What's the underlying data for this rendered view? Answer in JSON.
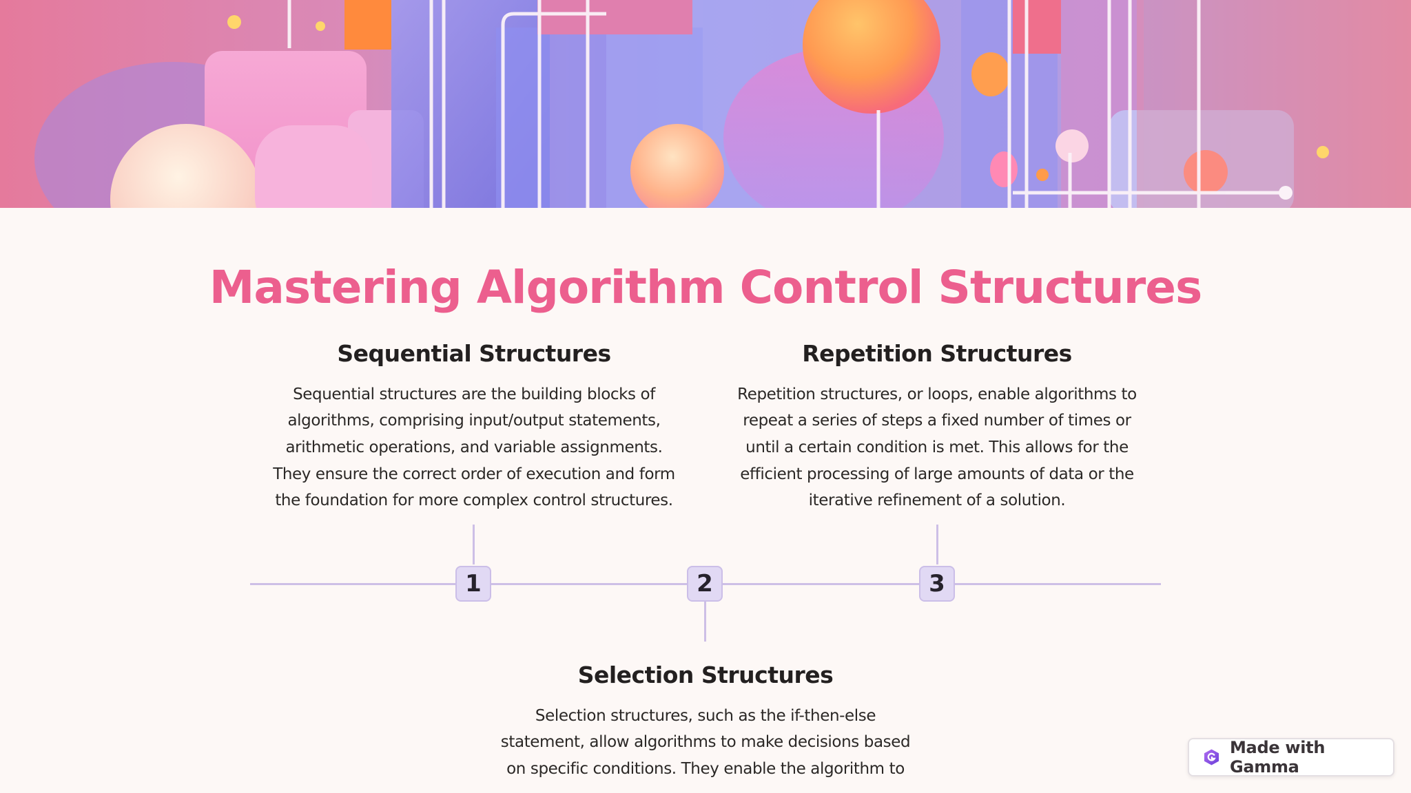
{
  "title": "Mastering Algorithm Control Structures",
  "steps": [
    {
      "number": "1",
      "heading": "Sequential Structures",
      "body": "Sequential structures are the building blocks of algorithms, comprising input/output statements, arithmetic operations, and variable assignments. They ensure the correct order of execution and form the foundation for more complex control structures."
    },
    {
      "number": "2",
      "heading": "Selection Structures",
      "body": "Selection structures, such as the if-then-else statement, allow algorithms to make decisions based on specific conditions. They enable the algorithm to"
    },
    {
      "number": "3",
      "heading": "Repetition Structures",
      "body": "Repetition structures, or loops, enable algorithms to repeat a series of steps a fixed number of times or until a certain condition is met. This allows for the efficient processing of large amounts of data or the iterative refinement of a solution."
    }
  ],
  "badge": {
    "label": "Made with Gamma",
    "icon": "gamma-logo-icon"
  },
  "colors": {
    "title": "#ec5f8e",
    "background": "#fdf8f6",
    "timeline": "#cdbfe6",
    "step_fill": "#e1d9f4"
  }
}
